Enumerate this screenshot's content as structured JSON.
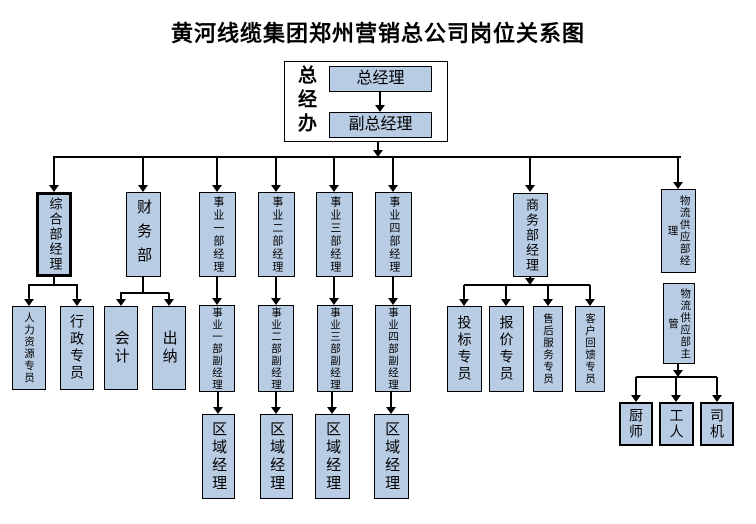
{
  "title": "黄河线缆集团郑州营销总公司岗位关系图",
  "colors": {
    "node_fill": "#b8cce4",
    "node_border": "#000000",
    "connector": "#000000",
    "background": "#ffffff",
    "text": "#000000"
  },
  "executive_office": {
    "label": "总经办",
    "general_manager": "总经理",
    "deputy_general_manager": "副总经理"
  },
  "departments": {
    "admin": {
      "manager": "综合部经理",
      "hr_specialist": "人力资源专员",
      "admin_specialist": "行政专员"
    },
    "finance": {
      "dept": "财务部",
      "accountant": "会计",
      "cashier": "出纳"
    },
    "business_unit_1": {
      "manager": "事业一部经理",
      "deputy_manager": "事业一部副经理",
      "regional_manager": "区域经理"
    },
    "business_unit_2": {
      "manager": "事业二部经理",
      "deputy_manager": "事业二部副经理",
      "regional_manager": "区域经理"
    },
    "business_unit_3": {
      "manager": "事业三部经理",
      "deputy_manager": "事业三部副经理",
      "regional_manager": "区域经理"
    },
    "business_unit_4": {
      "manager": "事业四部经理",
      "deputy_manager": "事业四部副经理",
      "regional_manager": "区域经理"
    },
    "commerce": {
      "manager": "商务部经理",
      "bidding_specialist": "投标专员",
      "quotation_specialist": "报价专员",
      "aftersales_specialist": "售后服务专员",
      "customer_feedback_specialist": "客户回馈专员"
    },
    "logistics": {
      "manager": "物流供应部经理",
      "supervisor": "物流供应部主管",
      "cook": "厨师",
      "worker": "工人",
      "driver": "司机"
    }
  }
}
